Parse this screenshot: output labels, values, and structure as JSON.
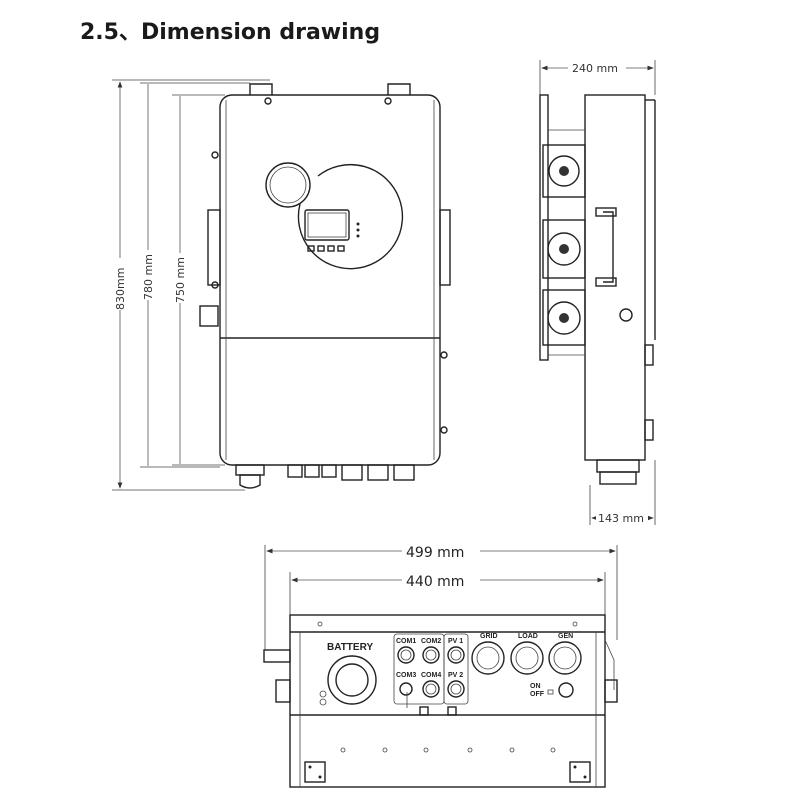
{
  "title": "2.5、Dimension drawing",
  "front_view": {
    "dim_total_height": "830mm",
    "dim_bracket_height": "780 mm",
    "dim_body_height": "750 mm"
  },
  "side_view": {
    "dim_depth": "240 mm",
    "dim_body_depth": "143 mm"
  },
  "bottom_view": {
    "dim_total_width": "499 mm",
    "dim_body_width": "440 mm",
    "labels": {
      "battery": "BATTERY",
      "com1": "COM1",
      "com2": "COM2",
      "com3": "COM3",
      "com4": "COM4",
      "pv1": "PV 1",
      "pv2": "PV 2",
      "grid": "GRID",
      "load": "LOAD",
      "gen": "GEN",
      "on": "ON",
      "off": "OFF"
    }
  }
}
